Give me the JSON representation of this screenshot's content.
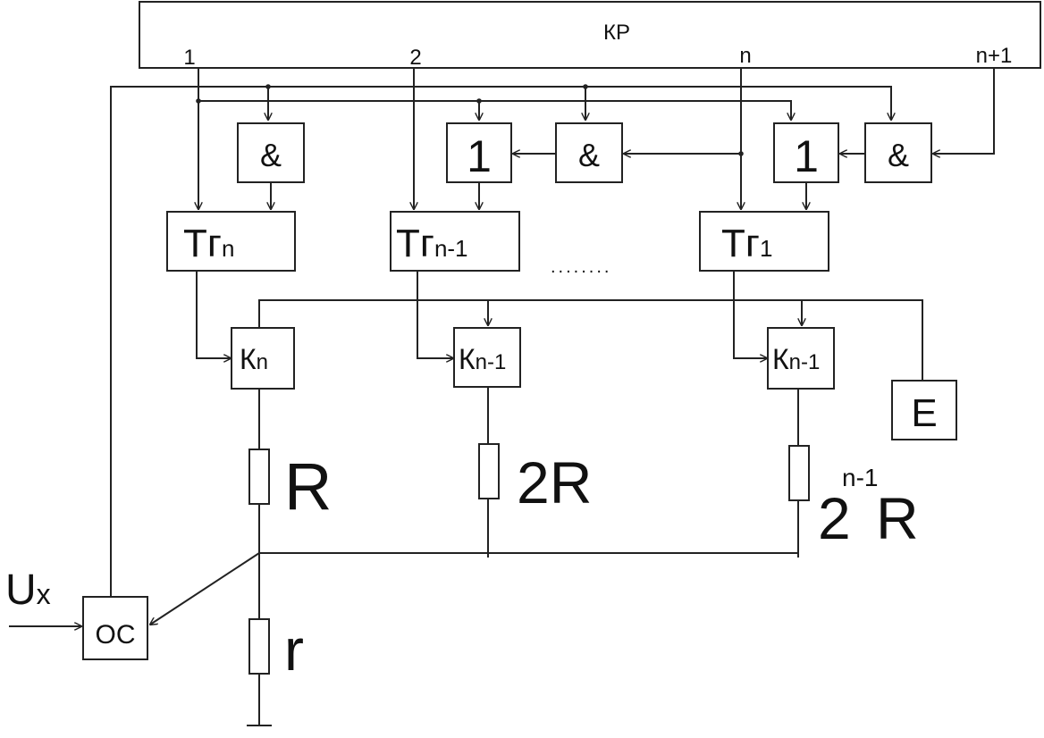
{
  "register": {
    "label": "КР",
    "outputs": [
      "1",
      "2",
      "n",
      "n+1"
    ]
  },
  "gates": {
    "and_1": "&",
    "or_1": "1",
    "and_2": "&",
    "or_2": "1",
    "and_3": "&"
  },
  "triggers": [
    {
      "main": "Тг",
      "sub": "n"
    },
    {
      "main": "Тг",
      "sub": "n-1"
    },
    {
      "main": "Тг",
      "sub": "1"
    }
  ],
  "ellipsis": "........",
  "switches": [
    {
      "main": "К",
      "sub": "n"
    },
    {
      "main": "К",
      "sub": "n-1"
    },
    {
      "main": "К",
      "sub": "n-1"
    }
  ],
  "source": "Е",
  "resistors": {
    "r1": "R",
    "r2_coef": "2",
    "r2": "R",
    "r3_coef": "2",
    "r3_exp": "n-1",
    "r3": "R",
    "load": "r"
  },
  "input": {
    "main": "U",
    "sub": "x"
  },
  "comparator": "ОС"
}
